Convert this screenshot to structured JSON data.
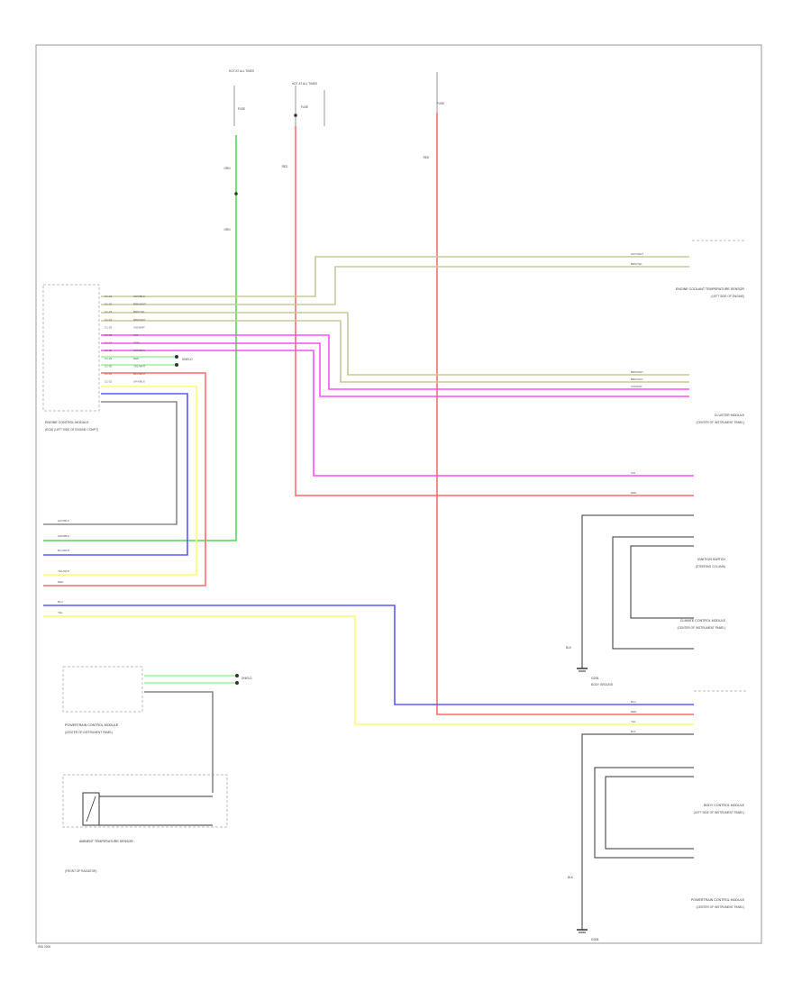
{
  "colors": {
    "red": "#ff6a6a",
    "pink": "#ff4dff",
    "blue": "#5a5aff",
    "green": "#5ad45a",
    "lightgreen": "#9cf09c",
    "yellow": "#ffff66",
    "tan": "#c8c89a",
    "gray": "#888888",
    "black": "#333333"
  },
  "labels": {
    "footer": "W/D 0000",
    "hot_top_left": "HOT AT ALL TIMES",
    "hot_top_mid": "HOT AT ALL TIMES",
    "fuse_a": "FUSE",
    "fuse_b": "FUSE",
    "fuse_c": "FUSE",
    "wire_red_1": "RED",
    "wire_red_2": "RED",
    "wire_grn_1": "GRN",
    "wire_grn_2": "GRN",
    "ecm_name": "ENGINE CONTROL MODULE",
    "ecm_sub": "(ECM) (LEFT SIDE OF ENGINE COMPT)",
    "ect_name": "ENGINE COOLANT TEMPERATURE SENSOR",
    "ect_sub": "(LEFT SIDE OF ENGINE)",
    "cluster_name": "CLUSTER MODULE",
    "cluster_sub": "(CENTER OF INSTRUMENT PANEL)",
    "ign_name": "IGNITION SWITCH",
    "ign_sub": "(STEERING COLUMN)",
    "ptcm_name": "POWERTRAIN CONTROL MODULE",
    "ptcm_sub": "(CENTER OF INSTRUMENT PANEL)",
    "ambient_name": "AMBIENT TEMPERATURE SENSOR",
    "ambient_sub": "(FRONT OF RADIATOR)",
    "climate_name": "CLIMATE CONTROL MODULE",
    "climate_sub": "(CENTER OF INSTRUMENT PANEL)",
    "body_name": "BODY CONTROL MODULE",
    "body_sub": "(LEFT SIDE OF INSTRUMENT PANEL)",
    "ground_a": "G201",
    "ground_b": "G301",
    "shield": "SHIELD",
    "ground_note": "BODY GROUND",
    "wire_blk": "BLK"
  },
  "ecm_pins": [
    {
      "pin": "C1-21",
      "color": "GRY/BLK"
    },
    {
      "pin": "C1-22",
      "color": "BRN/WHT"
    },
    {
      "pin": "C1-23",
      "color": "BRN/YEL"
    },
    {
      "pin": "C1-24",
      "color": "BRN/GRY"
    },
    {
      "pin": "C1-25",
      "color": "VIO/WHT"
    },
    {
      "pin": "C1-26",
      "color": "VIO"
    },
    {
      "pin": "C1-27",
      "color": "GRN"
    },
    {
      "pin": "C1-28",
      "color": "GRN/BLK"
    },
    {
      "pin": "C1-29",
      "color": "RED"
    },
    {
      "pin": "C1-30",
      "color": "YEL/WHT"
    },
    {
      "pin": "C1-31",
      "color": "BLU/WHT"
    },
    {
      "pin": "C1-32",
      "color": "GRY/BLK"
    }
  ],
  "left_stubs": [
    {
      "label": "GRY/BLK"
    },
    {
      "label": "GRN/BLK"
    },
    {
      "label": "BLU/WHT"
    },
    {
      "label": "YEL/WHT"
    },
    {
      "label": "RED"
    },
    {
      "label": "BLU"
    },
    {
      "label": "YEL"
    }
  ],
  "right_labels": [
    {
      "label": "GRY/WHT"
    },
    {
      "label": "BRN/YEL"
    },
    {
      "label": "BRN/WHT"
    },
    {
      "label": "BRN/GRY"
    },
    {
      "label": "VIO/WHT"
    },
    {
      "label": "VIO"
    },
    {
      "label": "RED"
    },
    {
      "label": "BLU"
    },
    {
      "label": "RED"
    },
    {
      "label": "YEL"
    },
    {
      "label": "BLK"
    }
  ]
}
